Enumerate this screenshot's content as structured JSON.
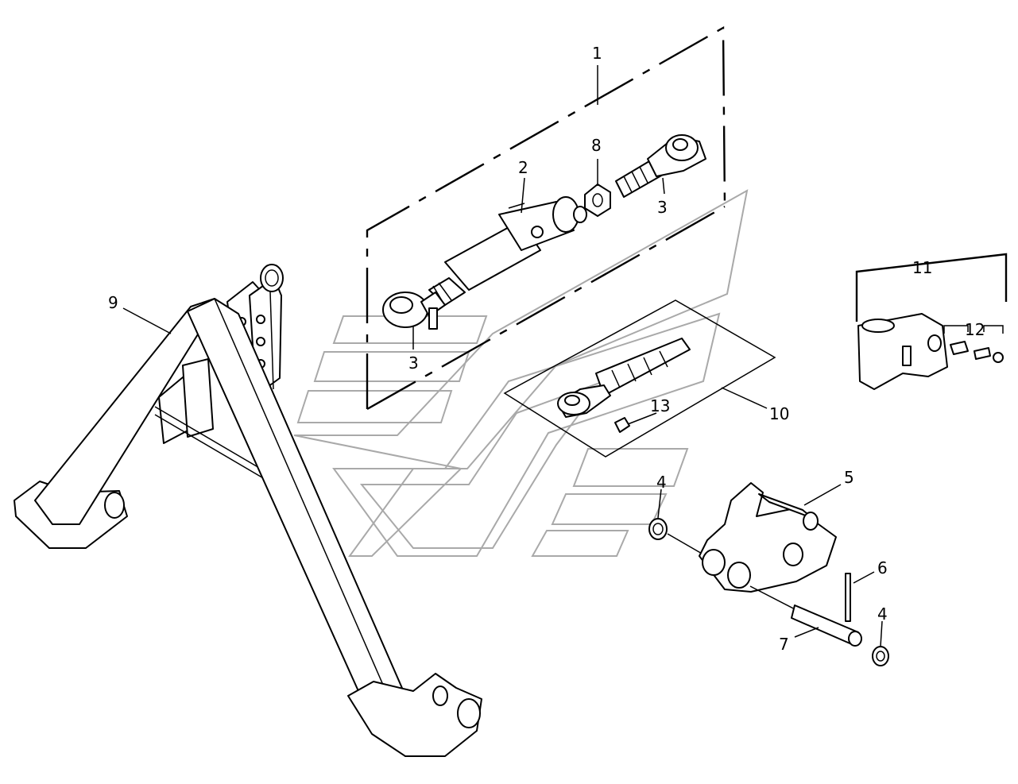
{
  "diagram": {
    "callouts": [
      {
        "id": "c1",
        "text": "1"
      },
      {
        "id": "c2",
        "text": "2"
      },
      {
        "id": "c3a",
        "text": "3"
      },
      {
        "id": "c3b",
        "text": "3"
      },
      {
        "id": "c4a",
        "text": "4"
      },
      {
        "id": "c4b",
        "text": "4"
      },
      {
        "id": "c5",
        "text": "5"
      },
      {
        "id": "c6",
        "text": "6"
      },
      {
        "id": "c7",
        "text": "7"
      },
      {
        "id": "c8",
        "text": "8"
      },
      {
        "id": "c9",
        "text": "9"
      },
      {
        "id": "c10",
        "text": "10"
      },
      {
        "id": "c11",
        "text": "11"
      },
      {
        "id": "c12",
        "text": "12"
      },
      {
        "id": "c13",
        "text": "13"
      }
    ],
    "colors": {
      "line": "#000000",
      "watermark": "#a9a9a9",
      "background": "#ffffff"
    }
  }
}
